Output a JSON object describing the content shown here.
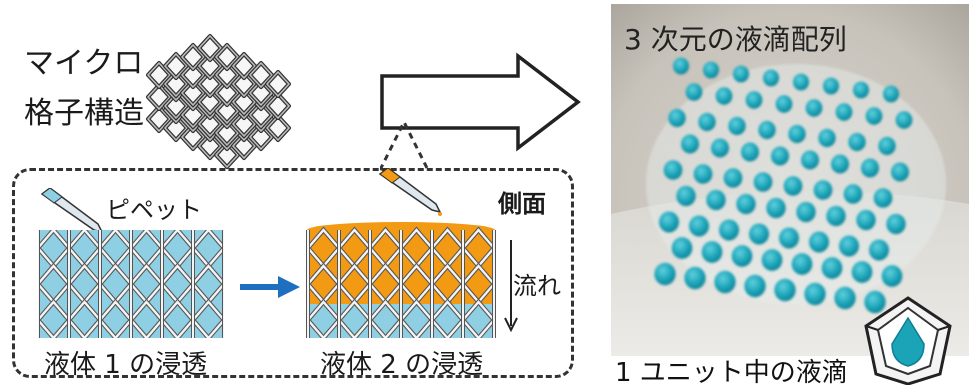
{
  "labels": {
    "micro": "マイクロ",
    "lattice": "格子構造",
    "pipette": "ピペット",
    "side_view": "側面",
    "flow": "流れ",
    "liquid1": "液体 1 の浸透",
    "liquid2": "液体 2 の浸透",
    "photo_title": "3 次元の液滴配列",
    "unit_droplet": "1 ユニット中の液滴"
  },
  "colors": {
    "liquid1": "#8ecfe3",
    "liquid2": "#f29a14",
    "arrow_blue": "#1f6fc0",
    "droplet_teal": "#1ba3b8",
    "frame_gray": "#9a9a9a"
  },
  "icons": [
    "lattice-3d-icon",
    "hollow-right-arrow-icon",
    "pipette-icon",
    "blue-right-arrow-icon",
    "down-arrow-icon",
    "unit-cell-icon"
  ]
}
